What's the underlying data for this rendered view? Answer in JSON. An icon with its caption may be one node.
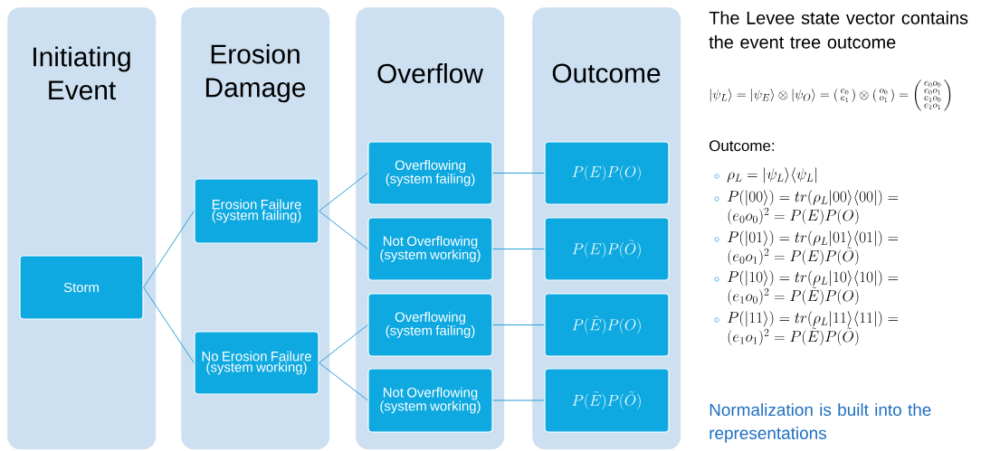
{
  "diagram": {
    "nodes": [
      {
        "text": [
          "Initiating Event"
        ]
      },
      {
        "text": [
          "Erosion Damage"
        ]
      },
      {
        "text": [
          "Overflow"
        ]
      },
      {
        "text": [
          "Outcome"
        ]
      },
      {
        "text": [
          "Storm"
        ],
        "in": 0
      },
      {
        "text": [
          "Erosion Failure (system failing)"
        ],
        "in": 1
      },
      {
        "text": [
          "No Erosion Failure (system working)"
        ],
        "in": 1
      },
      {
        "text": [
          "Overflowing (system failing)"
        ],
        "in": 2
      },
      {
        "text": [
          "Not Overflowing (system working)"
        ],
        "in": 2
      },
      {
        "text": [
          "Overflowing (system failing)"
        ],
        "in": 2
      },
      {
        "text": [
          "Not Overflowing (system working)"
        ],
        "in": 2
      },
      {
        "text": [
          "P(E)P(O)"
        ],
        "in": 3
      },
      {
        "text": [
          "P(E)P(\\tilde{O})"
        ],
        "in": 3
      },
      {
        "text": [
          "P(\\tilde{E})P(O)"
        ],
        "in": 3
      },
      {
        "text": [
          "P(\\tilde{E})P(\\tilde{O})"
        ],
        "in": 3
      }
    ],
    "edges": [
      {
        "from": 4,
        "to": 5,
        "arrow": "none"
      },
      {
        "from": 4,
        "to": 6,
        "arrow": "none"
      },
      {
        "from": 5,
        "to": 7,
        "arrow": "none"
      },
      {
        "from": 5,
        "to": 8,
        "arrow": "none"
      },
      {
        "from": 6,
        "to": 9,
        "arrow": "none"
      },
      {
        "from": 6,
        "to": 10,
        "arrow": "none"
      },
      {
        "from": 7,
        "to": 11,
        "arrow": "none"
      },
      {
        "from": 8,
        "to": 12,
        "arrow": "none"
      },
      {
        "from": 9,
        "to": 13,
        "arrow": "none"
      },
      {
        "from": 10,
        "to": 14,
        "arrow": "none"
      }
    ],
    "labels": [
      "The Levee state vector contains the event tree outcome",
      "|\\psi_L\\rangle = |\\psi_E\\rangle \\otimes |\\psi_O\\rangle = \\left(\\begin{smallmatrix}e_0\\\\ e_1\\end{smallmatrix}\\right) \\otimes \\left(\\begin{smallmatrix}o_0\\\\ o_1\\end{smallmatrix}\\right) = \\left(\\begin{smallmatrix}e_0o_0\\\\ e_0o_1\\\\ e_1o_0\\\\ e_1o_1\\end{smallmatrix}\\right)",
      "Outcome:",
      "\\rho_L = |\\psi_L\\rangle\\langle\\psi_L|",
      "P(|00\\rangle) = tr(\\rho_L|00\\rangle\\langle 00|) = (e_0o_0)^2 = P(E)P(O)",
      "P(|01\\rangle) = tr(\\rho_L|01\\rangle\\langle 01|) = (e_0o_1)^2 = P(E)P(\\tilde{O})",
      "P(|10\\rangle) = tr(\\rho_L|10\\rangle\\langle 10|) = (e_1o_0)^2 = P(\\tilde{E})P(O)",
      "P(|11\\rangle) = tr(\\rho_L|11\\rangle\\langle 11|) = (e_1o_1)^2 = P(\\tilde{E})P(\\tilde{O})",
      "Normalization is built into the representations"
    ]
  }
}
